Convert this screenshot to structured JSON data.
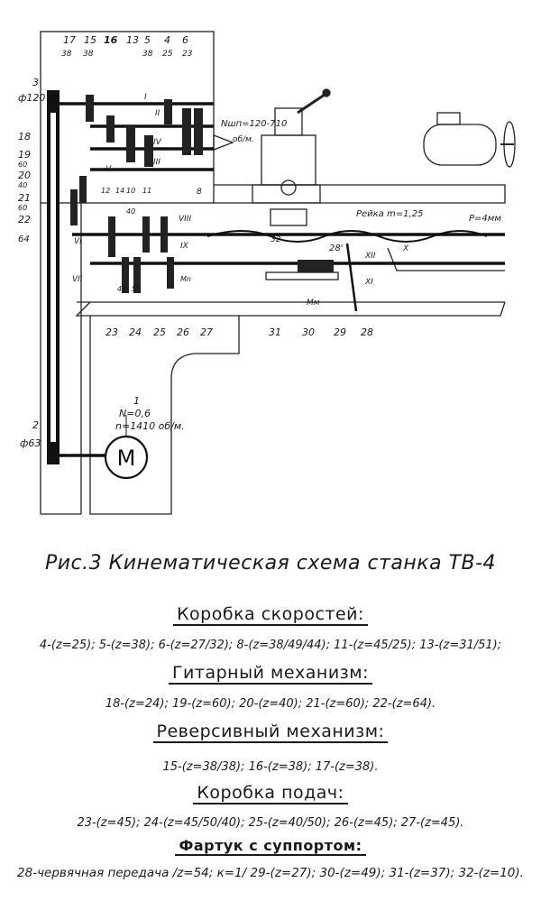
{
  "diagram": {
    "gear_labels": [
      {
        "id": "17",
        "ratio": "38"
      },
      {
        "id": "15",
        "ratio": "38"
      },
      {
        "id": "16",
        "ratio": ""
      },
      {
        "id": "13",
        "ratio": ""
      },
      {
        "id": "5",
        "ratio": "38"
      },
      {
        "id": "4",
        "ratio": "25"
      },
      {
        "id": "6",
        "ratio": "23"
      }
    ],
    "pulley_top": {
      "num": "3",
      "dia": "ф120"
    },
    "pulley_bottom": {
      "num": "2",
      "dia": "ф63"
    },
    "guitar_labels": [
      {
        "id": "18",
        "sub": ""
      },
      {
        "id": "19",
        "sub": "60"
      },
      {
        "id": "20",
        "sub": "40"
      },
      {
        "id": "21",
        "sub": "60"
      },
      {
        "id": "22",
        "sub": "64"
      }
    ],
    "bottom_labels": [
      "23",
      "24",
      "25",
      "26",
      "27",
      "31",
      "30",
      "29",
      "28"
    ],
    "shaft_labels": [
      "I",
      "II",
      "III",
      "IV",
      "V",
      "VI",
      "VII",
      "VIII",
      "IX",
      "X",
      "XI",
      "XII"
    ],
    "spindle_speed": "Nшп=120-710",
    "spindle_unit": "об/м.",
    "rack_label": "Рейка m=1,25",
    "lead_label": "P=4мм",
    "worm_label": "28'",
    "motor": {
      "num": "1",
      "power": "N=0,6",
      "speed": "n=1410 об/м.",
      "symbol": "M"
    },
    "small_labels": [
      "8",
      "10",
      "11",
      "12",
      "14",
      "40",
      "45",
      "50",
      "32",
      "Mn",
      "Mм"
    ]
  },
  "caption": "Рис.3  Кинематическая схема станка ТВ-4",
  "sections": [
    {
      "heading": "Коробка скоростей:",
      "line": "4-(z=25); 5-(z=38); 6-(z=27/32);  8-(z=38/49/44);  11-(z=45/25);  13-(z=31/51);"
    },
    {
      "heading": "Гитарный механизм:",
      "line": "18-(z=24); 19-(z=60); 20-(z=40); 21-(z=60); 22-(z=64)."
    },
    {
      "heading": "Реверсивный механизм:",
      "line": "15-(z=38/38);  16-(z=38);  17-(z=38)."
    },
    {
      "heading": "Коробка подач:",
      "line": "23-(z=45); 24-(z=45/50/40); 25-(z=40/50); 26-(z=45); 27-(z=45)."
    },
    {
      "heading": "Фартук с суппортом:",
      "line": "28-червячная передача /z=54; к=1/ 29-(z=27); 30-(z=49); 31-(z=37); 32-(z=10)."
    }
  ]
}
